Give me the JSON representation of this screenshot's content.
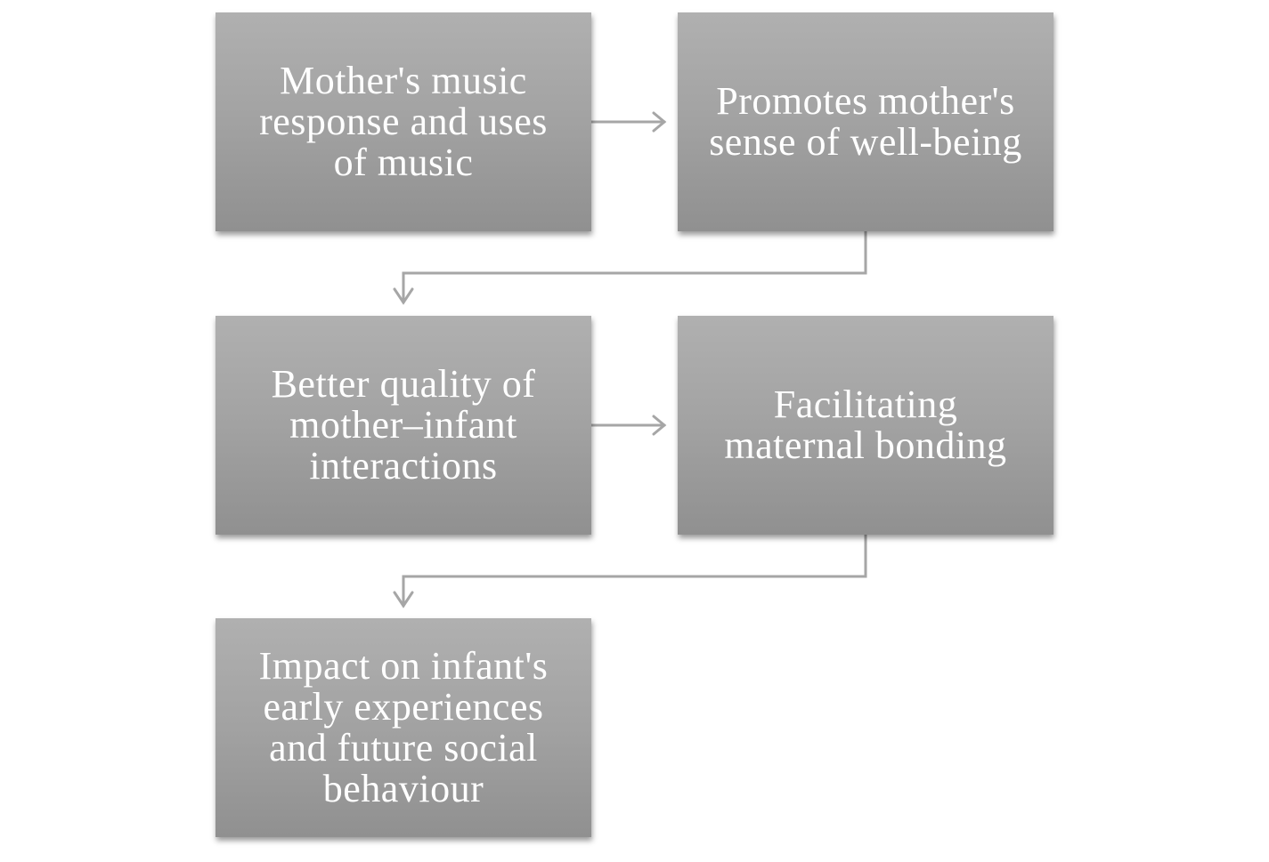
{
  "diagram": {
    "nodes": [
      {
        "id": "n1",
        "text": "Mother's music response and uses of music"
      },
      {
        "id": "n2",
        "text": "Promotes mother's sense of well-being"
      },
      {
        "id": "n3",
        "text": "Better quality of mother–infant interactions"
      },
      {
        "id": "n4",
        "text": "Facilitating maternal bonding"
      },
      {
        "id": "n5",
        "text": "Impact on infant's early experiences and future social behaviour"
      }
    ],
    "edges": [
      {
        "from": "n1",
        "to": "n2"
      },
      {
        "from": "n2",
        "to": "n3"
      },
      {
        "from": "n3",
        "to": "n4"
      },
      {
        "from": "n4",
        "to": "n5"
      }
    ],
    "colors": {
      "box_fill": "#a6a6a6",
      "text": "#ffffff",
      "connector": "#a6a6a6"
    }
  }
}
